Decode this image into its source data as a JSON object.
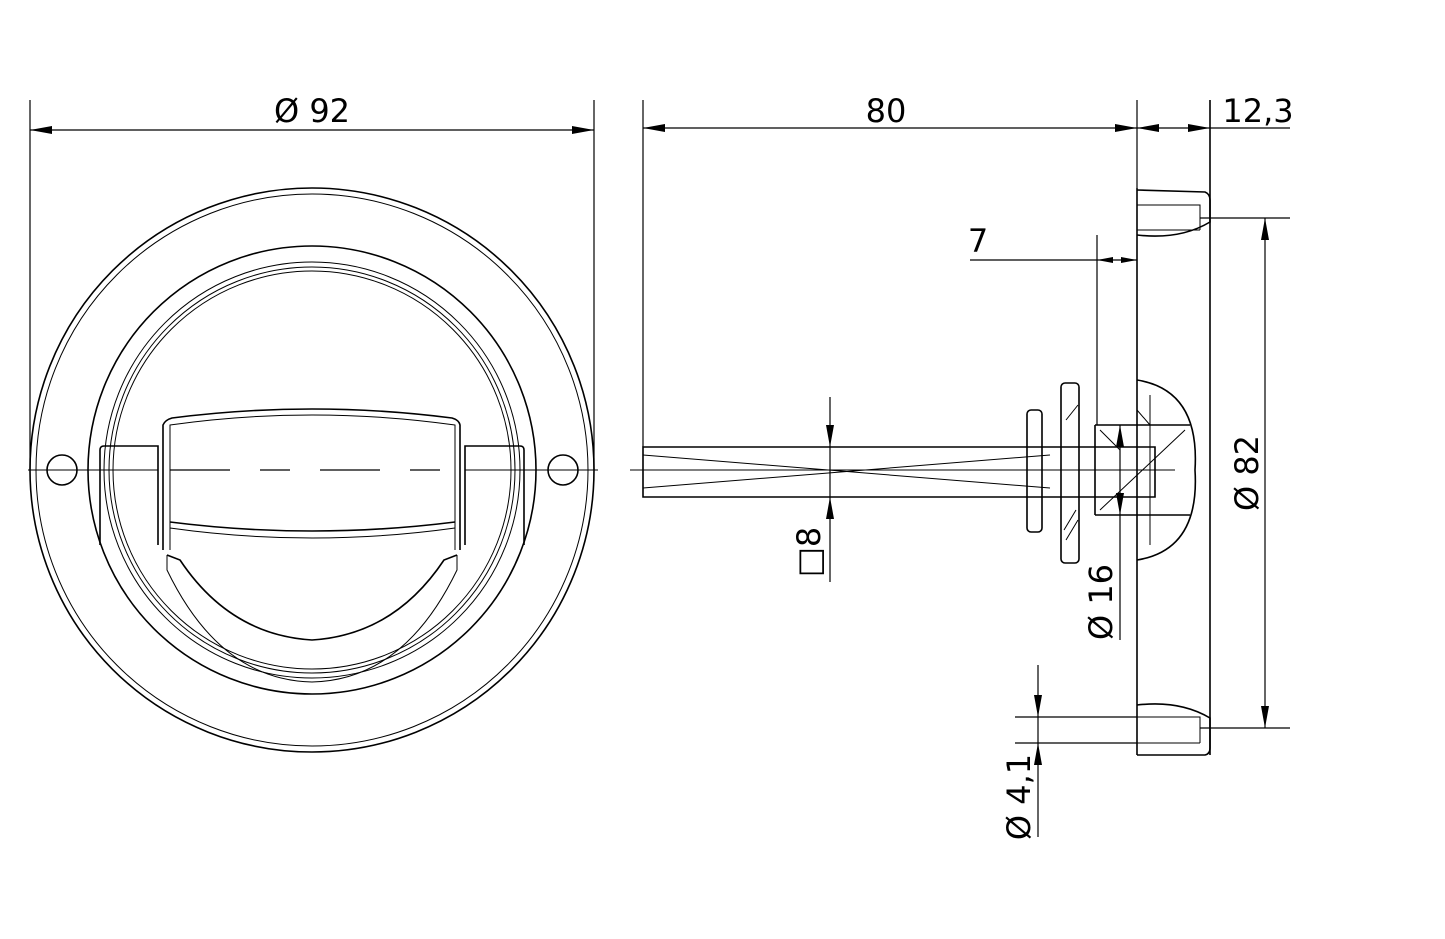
{
  "dimensions": {
    "front_diameter": "Ø 92",
    "spindle_length": "80",
    "rose_depth": "12,3",
    "offset": "7",
    "rose_diameter": "Ø 82",
    "square_spindle": "□8",
    "hub_diameter": "Ø 16",
    "hole_diameter": "Ø 4,1"
  }
}
